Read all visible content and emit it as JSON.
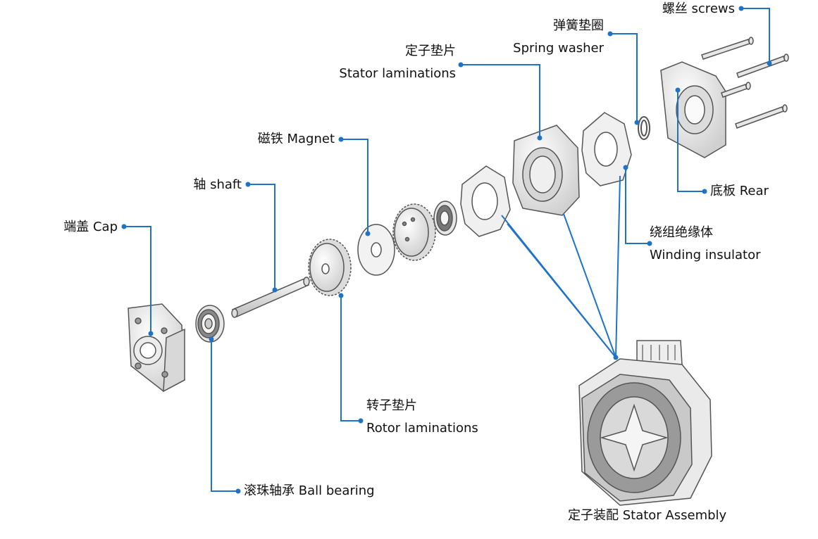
{
  "labels": {
    "screws": "螺丝 screws",
    "spring_washer_cn": "弹簧垫圈",
    "spring_washer_en": "Spring washer",
    "stator_lam_cn": "定子垫片",
    "stator_lam_en": "Stator laminations",
    "magnet": "磁铁 Magnet",
    "shaft": "轴 shaft",
    "cap": "端盖 Cap",
    "rear": "底板  Rear",
    "winding_cn": "绕组绝缘体",
    "winding_en": "Winding insulator",
    "rotor_lam_cn": "转子垫片",
    "rotor_lam_en": "Rotor laminations",
    "ball_bearing": "滚珠轴承 Ball bearing",
    "stator_assembly": "定子装配 Stator Assembly"
  },
  "colors": {
    "leader": "#1e73c8",
    "part_fill": "#f2f2f2",
    "part_stroke": "#555555"
  }
}
